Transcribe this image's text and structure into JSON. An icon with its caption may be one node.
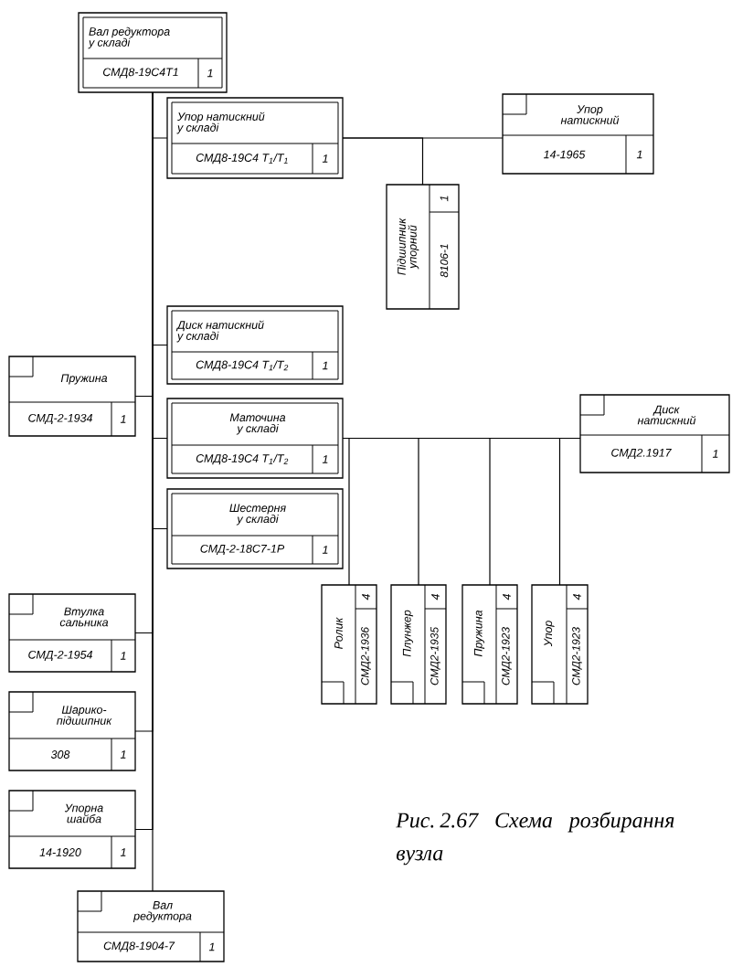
{
  "diagram": {
    "caption": "Рис. 2.67 Схема розбирання вузла",
    "nodes": [
      {
        "text": [
          "Вал редуктора у складі",
          "СМД8-19С4Т1",
          "1"
        ]
      },
      {
        "text": [
          "Упор натискний у складі",
          "СМД8-19С4 Т$_{1}$/Т$_{1}$",
          "1"
        ]
      },
      {
        "text": [
          "Упор натискний",
          "14-1965",
          "1"
        ]
      },
      {
        "text": [
          "Підшипник упорний",
          "8106-1",
          "1"
        ]
      },
      {
        "text": [
          "Диск натискний у складі",
          "СМД8-19С4 Т$_{1}$/Т$_{2}$",
          "1"
        ]
      },
      {
        "text": [
          "Пружина",
          "СМД-2-1934",
          "1"
        ]
      },
      {
        "text": [
          "Маточина у складі",
          "СМД8-19С4 Т$_{1}$/Т$_{2}$",
          "1"
        ]
      },
      {
        "text": [
          "Диск натискний",
          "СМД2.1917",
          "1"
        ]
      },
      {
        "text": [
          "Шестерня у складі",
          "СМД-2-18С7-1Р",
          "1"
        ]
      },
      {
        "text": [
          "Ролик",
          "СМД2-1936",
          "4"
        ]
      },
      {
        "text": [
          "Плунжер",
          "СМД2-1935",
          "4"
        ]
      },
      {
        "text": [
          "Пружина",
          "СМД2-1923",
          "4"
        ]
      },
      {
        "text": [
          "Упор",
          "СМД2-1923",
          "4"
        ]
      },
      {
        "text": [
          "Втулка сальника",
          "СМД-2-1954",
          "1"
        ]
      },
      {
        "text": [
          "Шарико-підшипник",
          "308",
          "1"
        ]
      },
      {
        "text": [
          "Упорна шайба",
          "14-1920",
          "1"
        ]
      },
      {
        "text": [
          "Вал редуктора",
          "СМД8-1904-7",
          "1"
        ]
      }
    ],
    "edges": [
      {
        "from": 0,
        "to": 1,
        "arrow": "none"
      },
      {
        "from": 1,
        "to": 2,
        "arrow": "none"
      },
      {
        "from": 1,
        "to": 3,
        "arrow": "none"
      },
      {
        "from": 0,
        "to": 4,
        "arrow": "none"
      },
      {
        "from": 0,
        "to": 5,
        "arrow": "none"
      },
      {
        "from": 0,
        "to": 6,
        "arrow": "none"
      },
      {
        "from": 6,
        "to": 7,
        "arrow": "none"
      },
      {
        "from": 0,
        "to": 8,
        "arrow": "none"
      },
      {
        "from": 6,
        "to": 9,
        "arrow": "none"
      },
      {
        "from": 6,
        "to": 10,
        "arrow": "none"
      },
      {
        "from": 6,
        "to": 11,
        "arrow": "none"
      },
      {
        "from": 6,
        "to": 12,
        "arrow": "none"
      },
      {
        "from": 0,
        "to": 13,
        "arrow": "none"
      },
      {
        "from": 0,
        "to": 14,
        "arrow": "none"
      },
      {
        "from": 0,
        "to": 15,
        "arrow": "none"
      },
      {
        "from": 0,
        "to": 16,
        "arrow": "none"
      }
    ]
  }
}
